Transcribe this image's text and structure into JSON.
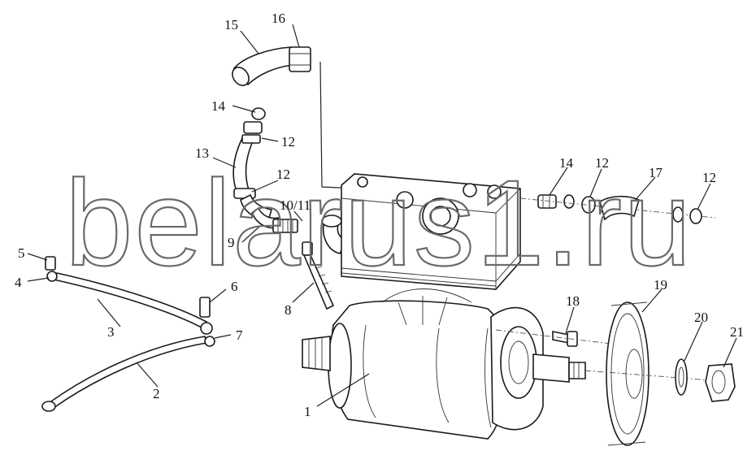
{
  "watermark": "belarus1.ru",
  "corner_mark": "",
  "callouts": [
    {
      "id": "c1",
      "text": "1"
    },
    {
      "id": "c2",
      "text": "2"
    },
    {
      "id": "c3",
      "text": "3"
    },
    {
      "id": "c4",
      "text": "4"
    },
    {
      "id": "c5",
      "text": "5"
    },
    {
      "id": "c6",
      "text": "6"
    },
    {
      "id": "c7",
      "text": "7"
    },
    {
      "id": "c8",
      "text": "8"
    },
    {
      "id": "c9",
      "text": "9"
    },
    {
      "id": "c10",
      "text": "10/11"
    },
    {
      "id": "c12a",
      "text": "12"
    },
    {
      "id": "c12b",
      "text": "12"
    },
    {
      "id": "c12c",
      "text": "12"
    },
    {
      "id": "c12d",
      "text": "12"
    },
    {
      "id": "c13",
      "text": "13"
    },
    {
      "id": "c14a",
      "text": "14"
    },
    {
      "id": "c14b",
      "text": "14"
    },
    {
      "id": "c15",
      "text": "15"
    },
    {
      "id": "c16",
      "text": "16"
    },
    {
      "id": "c17",
      "text": "17"
    },
    {
      "id": "c18",
      "text": "18"
    },
    {
      "id": "c19",
      "text": "19"
    },
    {
      "id": "c20",
      "text": "20"
    },
    {
      "id": "c21",
      "text": "21"
    }
  ]
}
